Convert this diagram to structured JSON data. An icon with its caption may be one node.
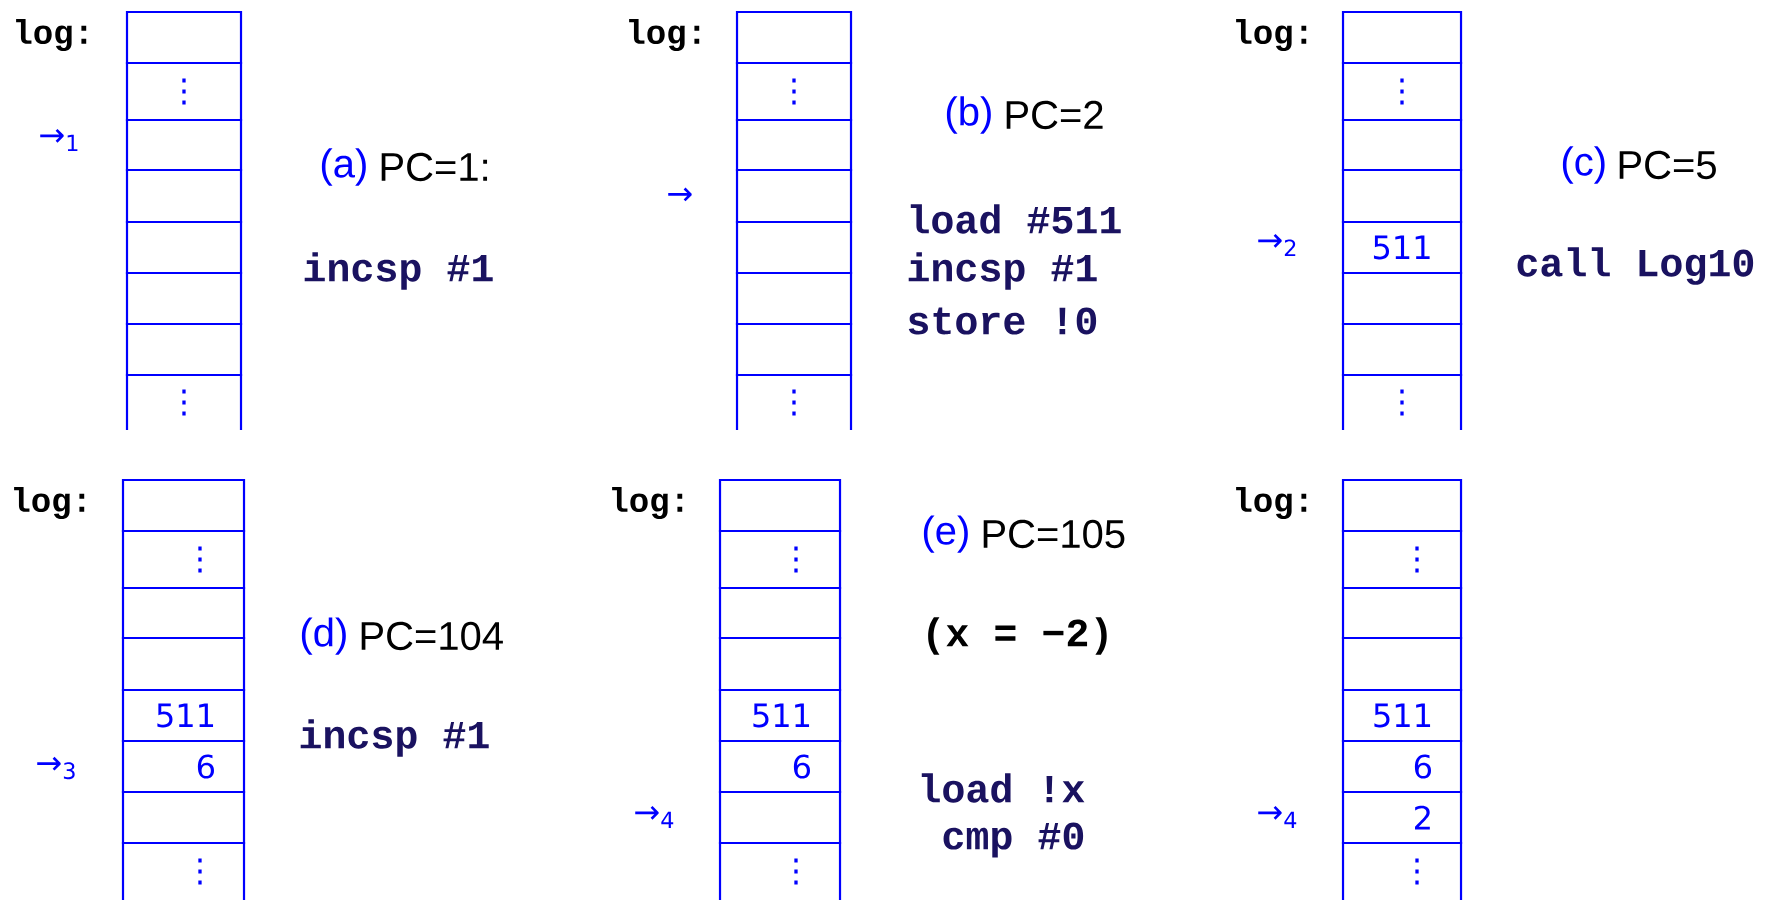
{
  "diagram": {
    "nodes": [
      {
        "text": [],
        "shape": "box"
      },
      {
        "text": [
          "⋮"
        ]
      },
      {
        "text": [],
        "shape": "box"
      },
      {
        "text": [],
        "shape": "box"
      },
      {
        "text": [],
        "shape": "box"
      },
      {
        "text": [],
        "shape": "box"
      },
      {
        "text": [],
        "shape": "box"
      },
      {
        "text": [
          "⋮"
        ]
      },
      {
        "text": [],
        "shape": "box"
      },
      {
        "text": [
          "⋮"
        ]
      },
      {
        "text": [],
        "shape": "box"
      },
      {
        "text": [],
        "shape": "box"
      },
      {
        "text": [],
        "shape": "box"
      },
      {
        "text": [],
        "shape": "box"
      },
      {
        "text": [],
        "shape": "box"
      },
      {
        "text": [
          "⋮"
        ]
      },
      {
        "text": [],
        "shape": "box"
      },
      {
        "text": [
          "⋮"
        ]
      },
      {
        "text": [],
        "shape": "box"
      },
      {
        "text": [],
        "shape": "box"
      },
      {
        "text": [
          "511"
        ]
      },
      {
        "text": [],
        "shape": "box"
      },
      {
        "text": [],
        "shape": "box"
      },
      {
        "text": [
          "⋮"
        ]
      },
      {
        "text": [],
        "shape": "box"
      },
      {
        "text": [
          "⋮"
        ]
      },
      {
        "text": [],
        "shape": "box"
      },
      {
        "text": [],
        "shape": "box"
      },
      {
        "text": [
          "511"
        ]
      },
      {
        "text": [
          "6"
        ]
      },
      {
        "text": [],
        "shape": "box"
      },
      {
        "text": [
          "⋮"
        ]
      },
      {
        "text": [],
        "shape": "box"
      },
      {
        "text": [
          "⋮"
        ]
      },
      {
        "text": [],
        "shape": "box"
      },
      {
        "text": [],
        "shape": "box"
      },
      {
        "text": [
          "511"
        ]
      },
      {
        "text": [
          "6"
        ]
      },
      {
        "text": [],
        "shape": "box"
      },
      {
        "text": [
          "⋮"
        ]
      },
      {
        "text": [],
        "shape": "box"
      },
      {
        "text": [
          "⋮"
        ]
      },
      {
        "text": [],
        "shape": "box"
      },
      {
        "text": [],
        "shape": "box"
      },
      {
        "text": [
          "511"
        ]
      },
      {
        "text": [
          "6"
        ]
      },
      {
        "text": [
          "2"
        ]
      },
      {
        "text": [
          "⋮"
        ]
      }
    ],
    "labels": [
      "log:",
      "(a)",
      "PC=1:",
      "incsp #1",
      "log:",
      "(b)",
      "PC=2",
      "load #511",
      "incsp #1",
      "store !0",
      "log:",
      "(c)",
      "PC=5",
      "call Log10",
      "log:",
      "(d)",
      "PC=104",
      "incsp #1",
      "log:",
      "(e)",
      "PC=105",
      "(x = −2)",
      "load !x",
      "cmp #0",
      "log:",
      "→$_{1}$",
      "→",
      "→$_{2}$",
      "→$_{3}$",
      "→$_{4}$",
      "→$_{4}$"
    ]
  }
}
